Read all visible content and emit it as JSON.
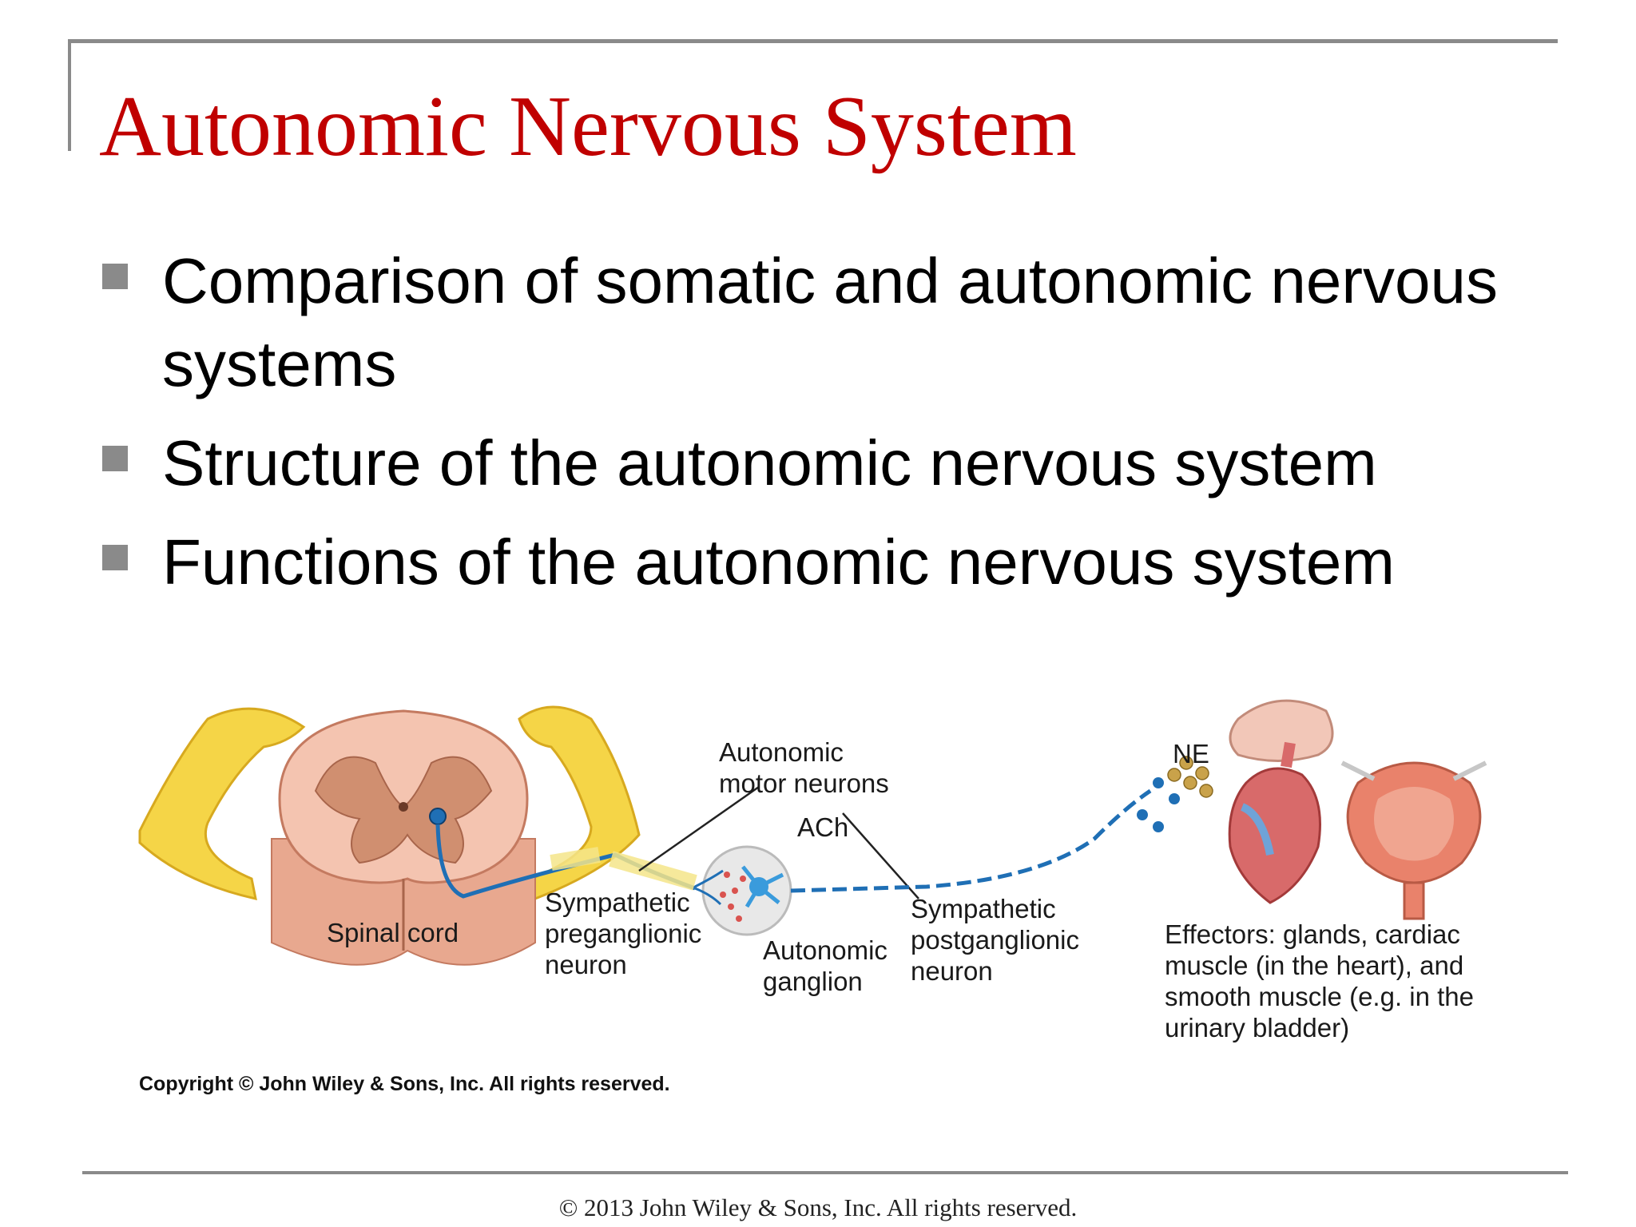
{
  "slide": {
    "title": "Autonomic Nervous System",
    "bullets": [
      "Comparison of somatic and autonomic nervous systems",
      "Structure of the autonomic nervous system",
      "Functions of the autonomic nervous system"
    ],
    "footer": "© 2013 John Wiley & Sons, Inc. All rights reserved."
  },
  "figure": {
    "labels": {
      "spinal_cord": "Spinal cord",
      "autonomic_motor_neurons_1": "Autonomic",
      "autonomic_motor_neurons_2": "motor neurons",
      "ach": "ACh",
      "ne": "NE",
      "pre_1": "Sympathetic",
      "pre_2": "preganglionic",
      "pre_3": "neuron",
      "ganglion_1": "Autonomic",
      "ganglion_2": "ganglion",
      "post_1": "Sympathetic",
      "post_2": "postganglionic",
      "post_3": "neuron",
      "effectors_1": "Effectors: glands, cardiac",
      "effectors_2": "muscle (in the heart), and",
      "effectors_3": "smooth muscle (e.g. in the",
      "effectors_4": "urinary bladder)"
    },
    "copyright": "Copyright © John Wiley & Sons, Inc. All rights reserved."
  },
  "colors": {
    "title": "#c00000",
    "frame": "#8a8a8a",
    "nerve_yellow": "#f5d547",
    "neuron_blue": "#1f6fb5",
    "gray_matter": "#d08f70",
    "white_matter": "#f4c4b0"
  }
}
